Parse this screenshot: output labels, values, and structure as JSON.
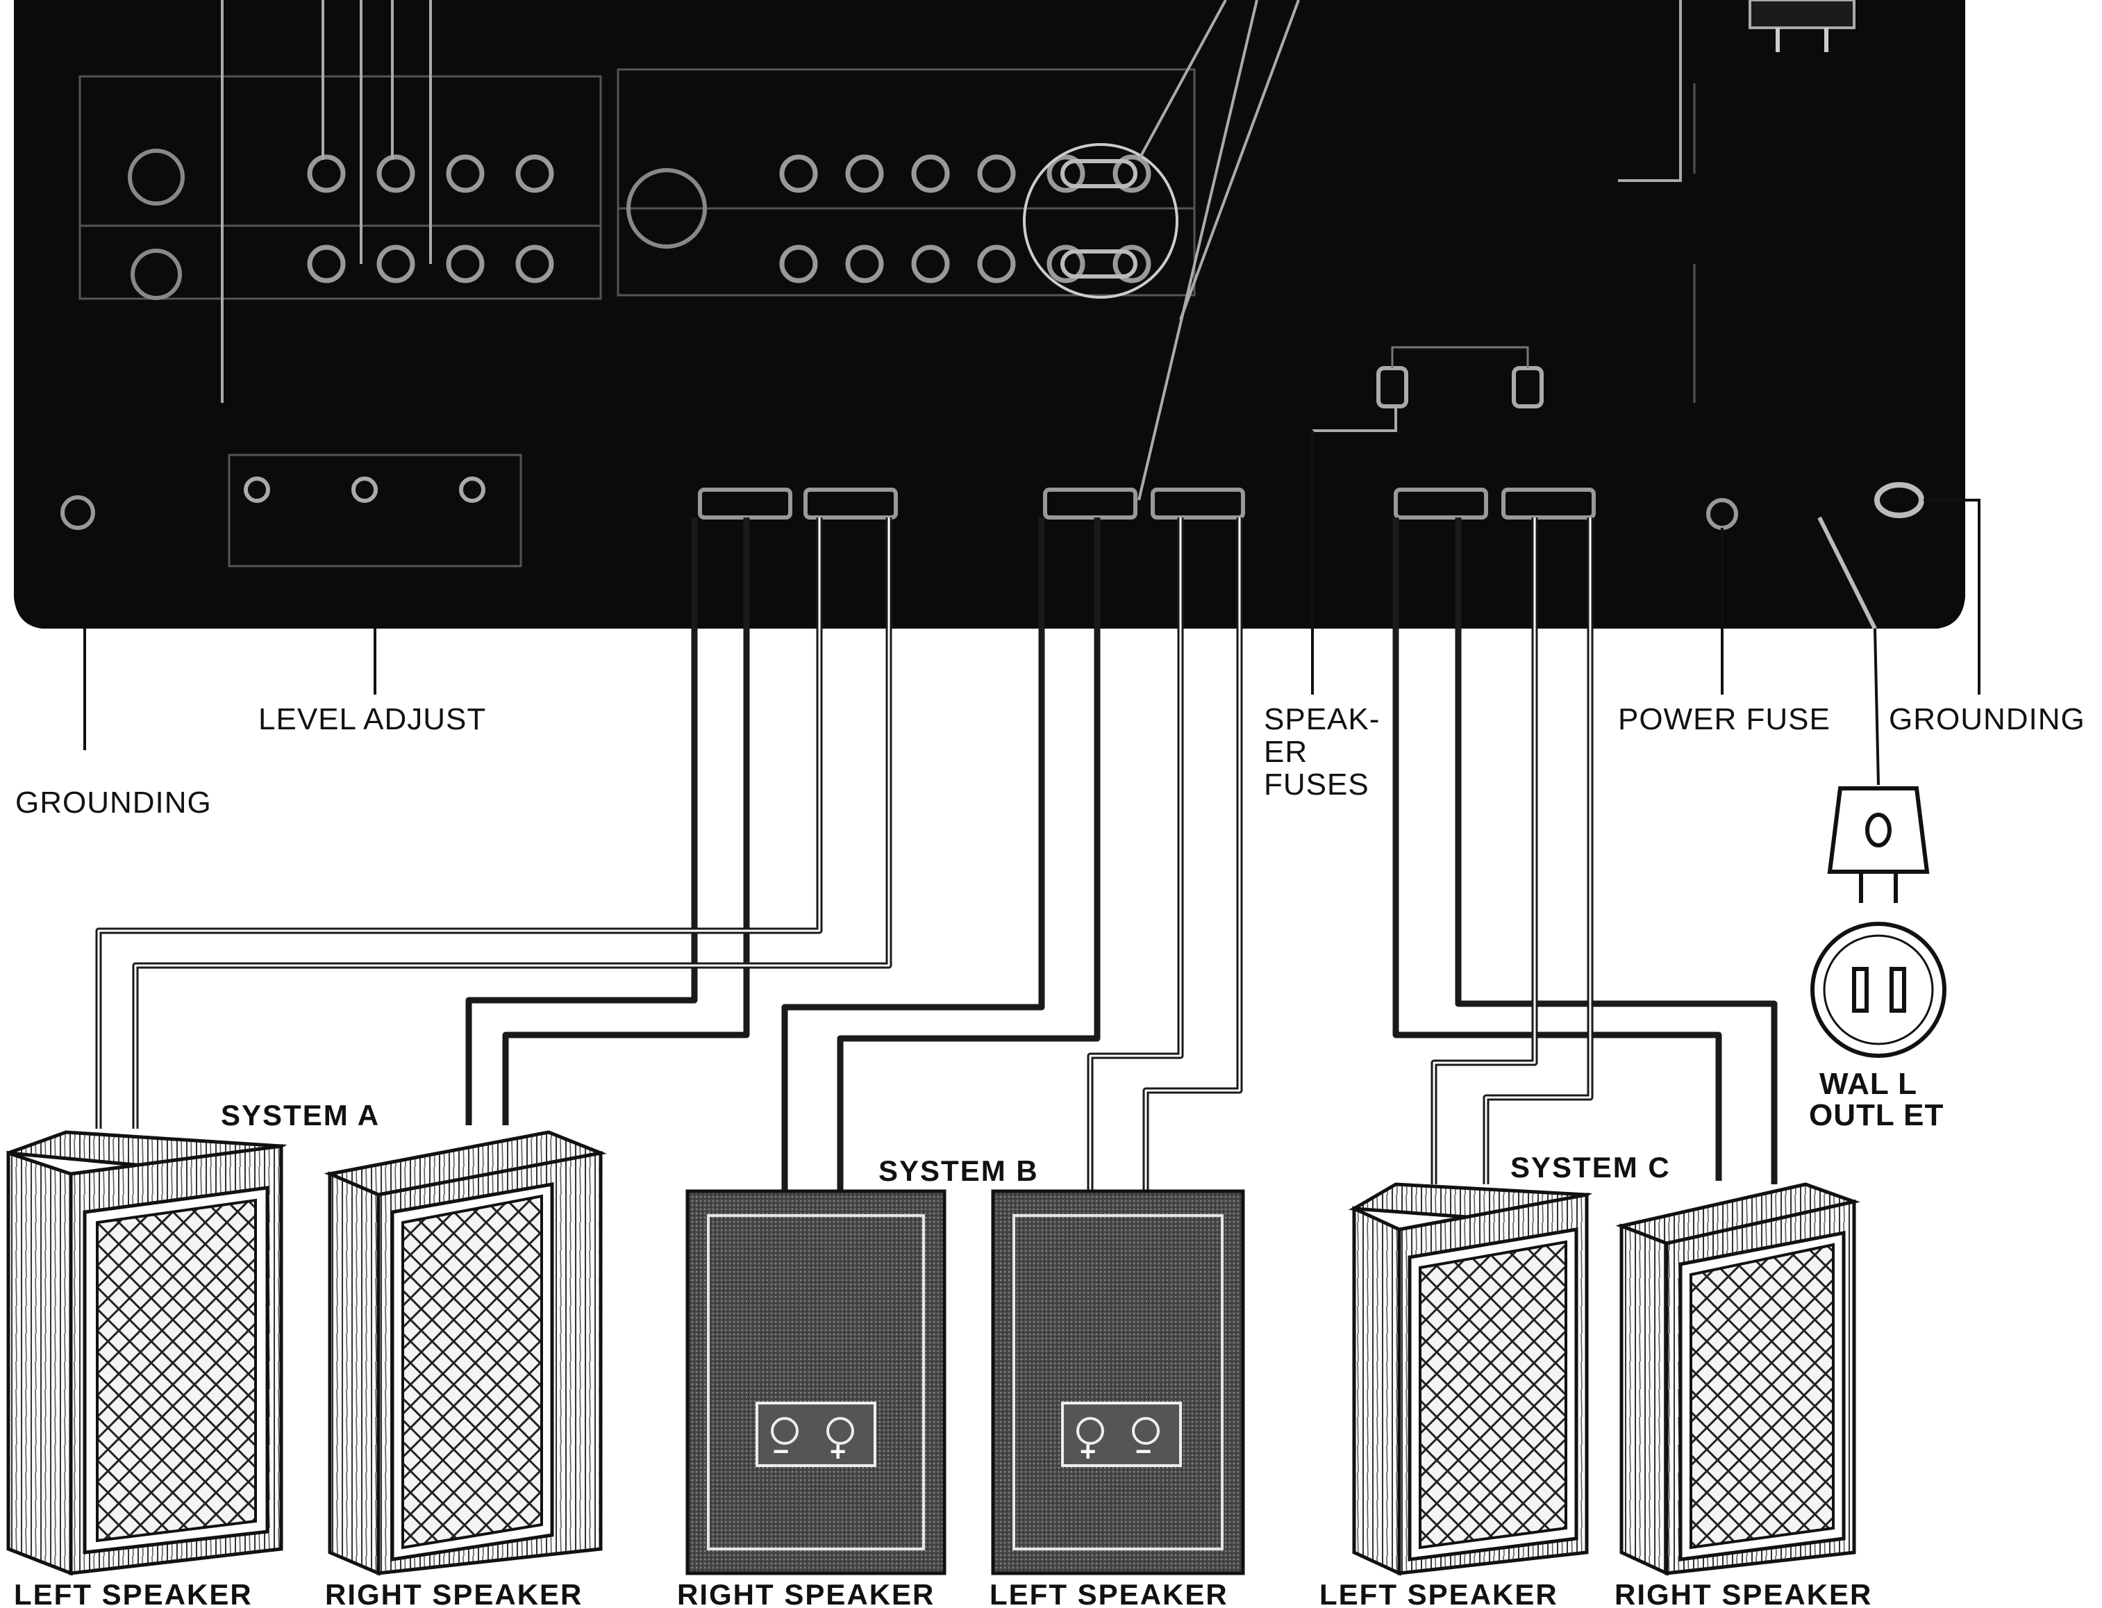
{
  "callouts": {
    "level_adjust": "LEVEL ADJUST",
    "grounding_left": "GROUNDING",
    "speaker_fuses": [
      "SPEAK-",
      "ER",
      "FUSES"
    ],
    "power_fuse": "POWER FUSE",
    "grounding_right": "GROUNDING",
    "wall_outlet": [
      "WAL L",
      "OUTL ET"
    ]
  },
  "systems": {
    "a": "SYSTEM A",
    "b": "SYSTEM B",
    "c": "SYSTEM C"
  },
  "speakers": {
    "a_left": "LEFT SPEAKER",
    "a_right": "RIGHT SPEAKER",
    "b_right": "RIGHT SPEAKER",
    "b_left": "LEFT SPEAKER",
    "c_left": "LEFT SPEAKER",
    "c_right": "RIGHT SPEAKER"
  },
  "terminals": {
    "b_right": [
      "−",
      "+"
    ],
    "b_left": [
      "+",
      "−"
    ]
  },
  "colors": {
    "panel": "#0b0b0b",
    "ink": "#111111",
    "paper": "#ffffff",
    "wire": "#1a1a1a"
  }
}
